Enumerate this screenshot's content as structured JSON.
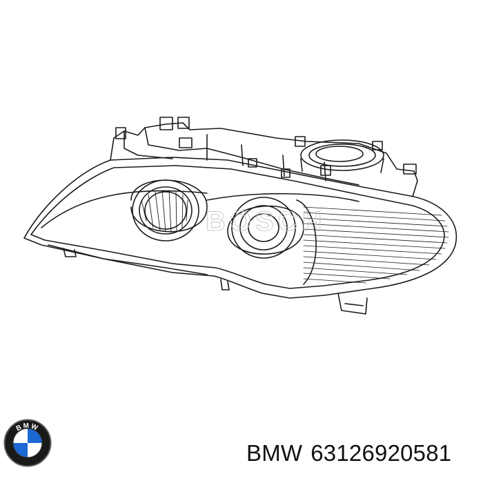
{
  "product": {
    "brand": "BMW",
    "part_number": "63126920581",
    "watermark_text": "BOSCH"
  },
  "logo": {
    "name": "bmw-roundel",
    "letters": "BMW",
    "colors": {
      "blue": "#1c69d4",
      "white": "#ffffff",
      "ring": "#1a1a1a"
    }
  },
  "drawing": {
    "subject": "headlight-assembly-line-drawing",
    "line_color": "#1a1a1a"
  }
}
